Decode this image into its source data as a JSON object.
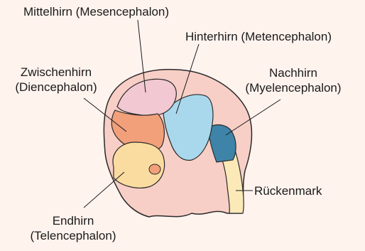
{
  "labels": {
    "mittelhirn": {
      "line1": "Mittelhirn (Mesencephalon)"
    },
    "hinterhirn": {
      "line1": "Hinterhirn (Metencephalon)"
    },
    "zwischenhirn": {
      "line1": "Zwischenhirn",
      "line2": "(Diencephalon)"
    },
    "nachhirn": {
      "line1": "Nachhirn",
      "line2": "(Myelencephalon)"
    },
    "rueckenmark": {
      "line1": "Rückenmark"
    },
    "endhirn": {
      "line1": "Endhirn",
      "line2": "(Telencephalon)"
    }
  },
  "colors": {
    "background": "#fff3ee",
    "skin": "#f7cfc6",
    "mittelhirn": "#f2c8d2",
    "zwischenhirn": "#f1a07a",
    "endhirn": "#fbdca0",
    "hinterhirn": "#a9d8ec",
    "nachhirn": "#3e84a8",
    "rueckenmark": "#fbe9b8",
    "outline": "#2a2a2a"
  }
}
